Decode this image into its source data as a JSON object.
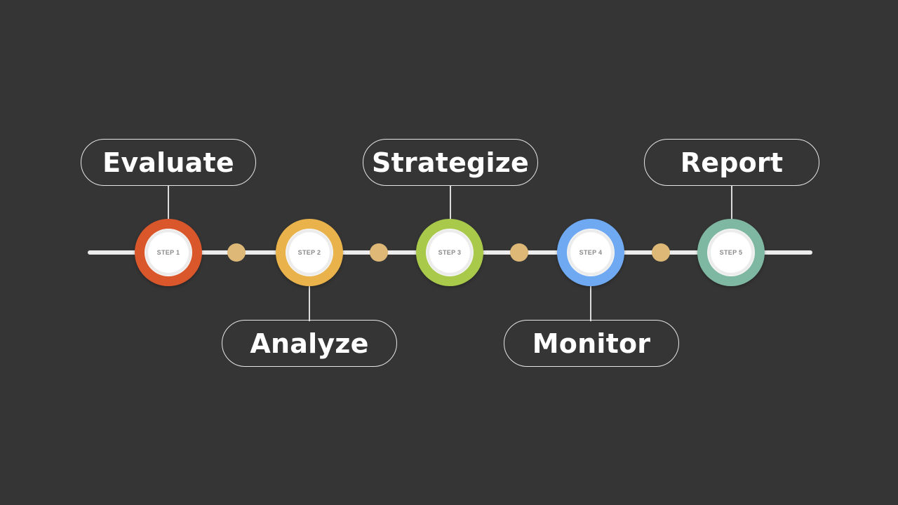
{
  "steps": [
    {
      "step_label": "STEP 1",
      "title": "Evaluate",
      "color": "#d9572b",
      "label_position": "above"
    },
    {
      "step_label": "STEP 2",
      "title": "Analyze",
      "color": "#e9b24a",
      "label_position": "below"
    },
    {
      "step_label": "STEP 3",
      "title": "Strategize",
      "color": "#a8c94a",
      "label_position": "above"
    },
    {
      "step_label": "STEP 4",
      "title": "Monitor",
      "color": "#6fa9f2",
      "label_position": "below"
    },
    {
      "step_label": "STEP 5",
      "title": "Report",
      "color": "#7fb8a2",
      "label_position": "above"
    }
  ],
  "colors": {
    "background": "#353535",
    "timeline": "#ececec",
    "connector_dot": "#ddb877",
    "label_border": "#e6e6e6",
    "label_text": "#ffffff"
  }
}
